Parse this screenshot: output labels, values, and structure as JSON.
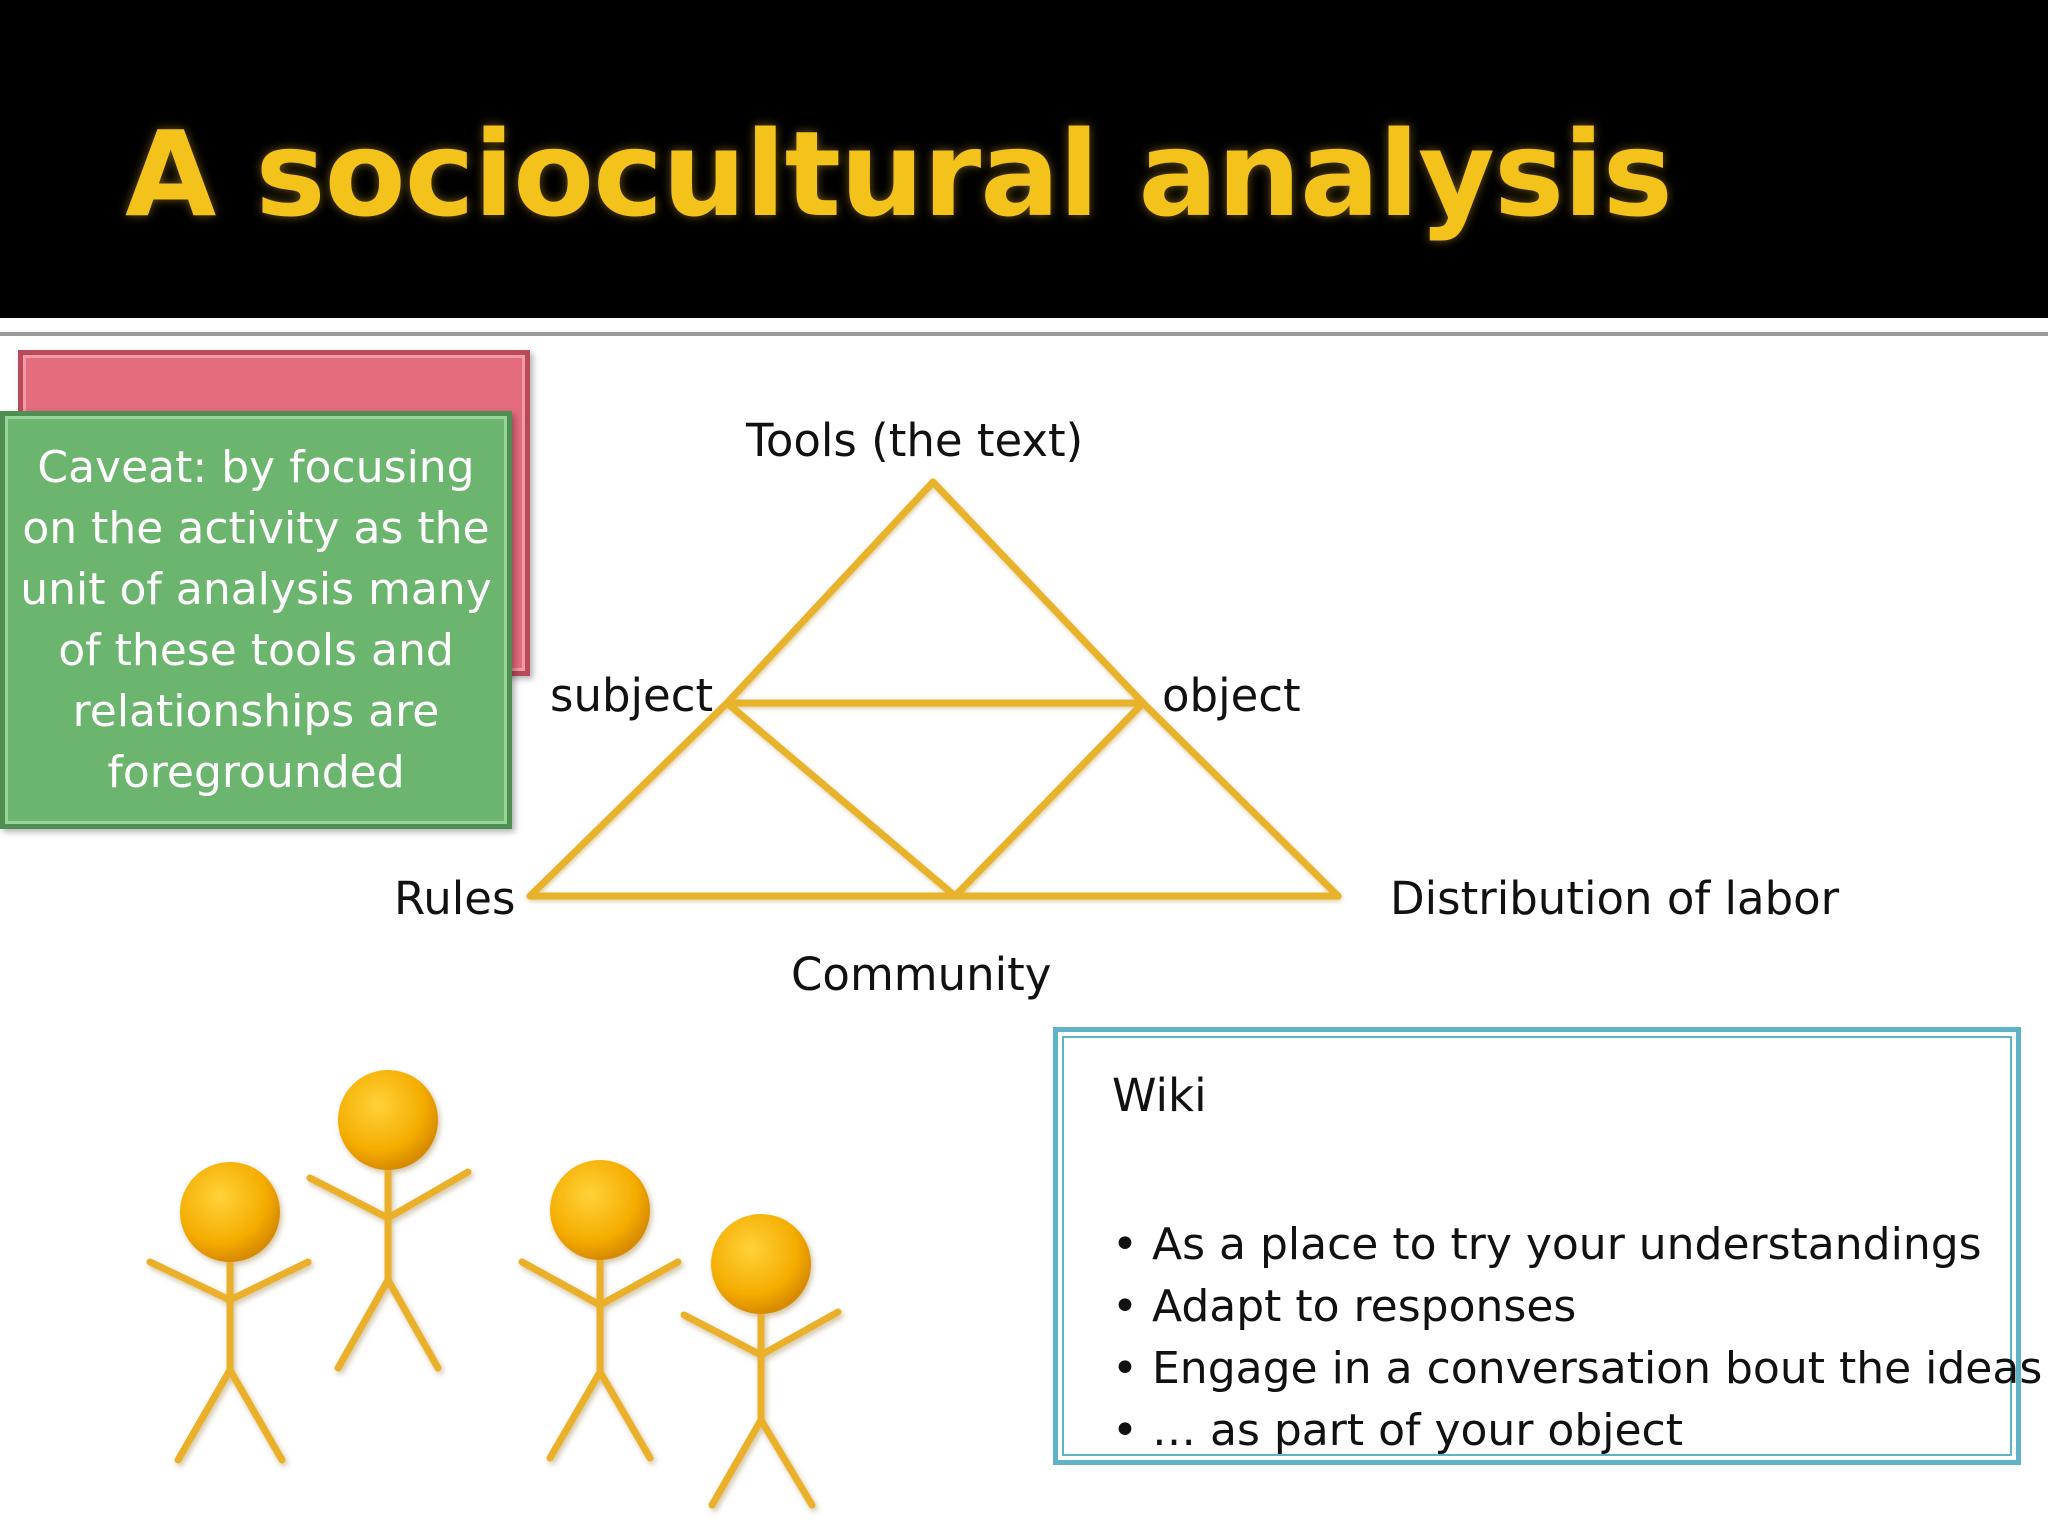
{
  "slide": {
    "title": "A sociocultural analysis",
    "caveat": "Caveat: by focusing on the activity as the unit of analysis many of these tools and relationships are foregrounded"
  },
  "diagram": {
    "labels": {
      "tools": "Tools (the text)",
      "subject": "subject",
      "object": "object",
      "rules": "Rules",
      "community": "Community",
      "division": "Distribution of labor"
    },
    "colors": {
      "triangle": "#e8b22a",
      "caveat_box": "#6cb56f",
      "back_box": "#e36c7d",
      "wiki_border": "#5fb3c7",
      "title": "#f3c21b",
      "figures": "#f0a800"
    }
  },
  "wiki": {
    "heading": "Wiki",
    "bullet_glyph": "•",
    "items": [
      "As a place to try your understandings",
      "Adapt to responses",
      "Engage in a conversation bout the ideas",
      "… as part of your object"
    ]
  },
  "figures": {
    "icon": "stick-figure-icon",
    "count": 4
  }
}
